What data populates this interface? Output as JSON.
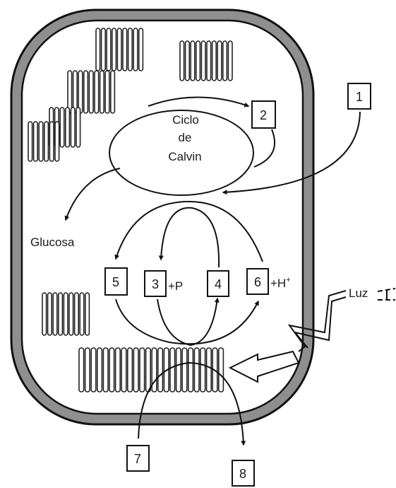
{
  "diagram": {
    "cycle": {
      "line1": "Ciclo",
      "line2": "de",
      "line3": "Calvin"
    },
    "glucose_label": "Glucosa",
    "light_label": "Luz",
    "boxes": {
      "b1": "1",
      "b2": "2",
      "b3": "3",
      "b4": "4",
      "b5": "5",
      "b6": "6",
      "b7": "7",
      "b8": "8"
    },
    "suffix_p": "+P",
    "suffix_h": "+H",
    "suffix_h_sup": "+"
  }
}
